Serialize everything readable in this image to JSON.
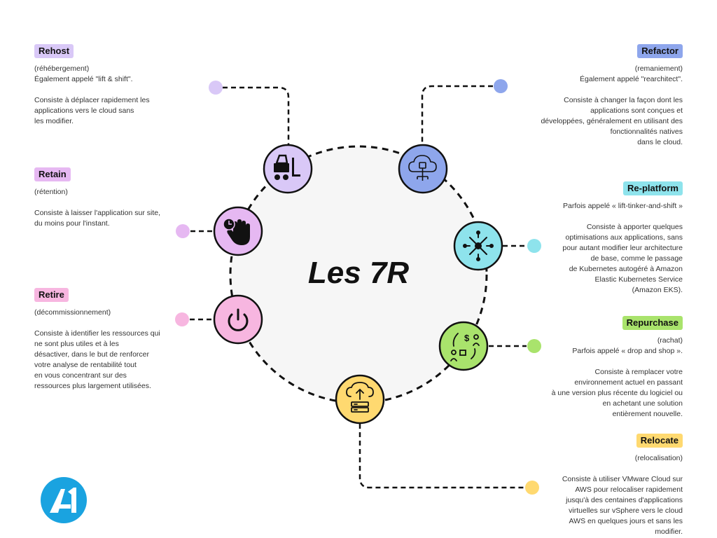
{
  "title": "Les 7R",
  "colors": {
    "rehost": "#d9c8f7",
    "refactor": "#8ea6ec",
    "replatform": "#8ee3ec",
    "retain": "#e6b8f2",
    "retire": "#f7b6e0",
    "repurchase": "#a9e36c",
    "relocate": "#ffd970",
    "circle": "#f6f6f6",
    "logo": "#1aa3e0"
  },
  "items": {
    "rehost": {
      "label": "Rehost",
      "icon": "forklift-icon",
      "desc": "(réhébergement)\nÉgalement appelé \"lift & shift\".\n\nConsiste à déplacer rapidement les\napplications vers le cloud sans\nles modifier."
    },
    "retain": {
      "label": "Retain",
      "icon": "clock-hand-stop-icon",
      "desc": "(rétention)\n\nConsiste à laisser l'application sur site,\ndu moins pour l'instant."
    },
    "retire": {
      "label": "Retire",
      "icon": "power-icon",
      "desc": "(décommissionnement)\n\nConsiste à identifier les ressources qui\nne sont plus utiles et à les\ndésactiver, dans le but de renforcer\nvotre analyse de rentabilité tout\nen vous concentrant sur des\nressources plus largement utilisées."
    },
    "refactor": {
      "label": "Refactor",
      "icon": "cloud-network-icon",
      "desc": "(remaniement)\nÉgalement appelé \"rearchitect\".\n\nConsiste à changer la façon dont les\napplications sont conçues et\ndéveloppées, généralement en utilisant des\nfonctionnalités natives\ndans le cloud."
    },
    "replatform": {
      "label": "Re-platform",
      "icon": "tools-icon",
      "desc": "Parfois appelé « lift-tinker-and-shift »\n\nConsiste à apporter quelques\noptimisations aux applications, sans\npour autant modifier leur architecture\nde base, comme le passage\nde Kubernetes autogéré à Amazon\nElastic Kubernetes Service\n(Amazon EKS)."
    },
    "repurchase": {
      "label": "Repurchase",
      "icon": "exchange-icon",
      "desc": "(rachat)\nParfois appelé « drop and shop ».\n\nConsiste à remplacer votre\nenvironnement actuel en passant\nà une version plus récente du logiciel ou\nen achetant une solution\nentièrement nouvelle."
    },
    "relocate": {
      "label": "Relocate",
      "icon": "cloud-upload-server-icon",
      "desc": "(relocalisation)\n\nConsiste à utiliser VMware Cloud sur\nAWS pour relocaliser rapidement\njusqu'à des centaines d'applications\nvirtuelles sur vSphere vers le cloud\nAWS en quelques jours et sans les\nmodifier."
    }
  },
  "logo": {
    "icon": "a1-logo-icon"
  }
}
